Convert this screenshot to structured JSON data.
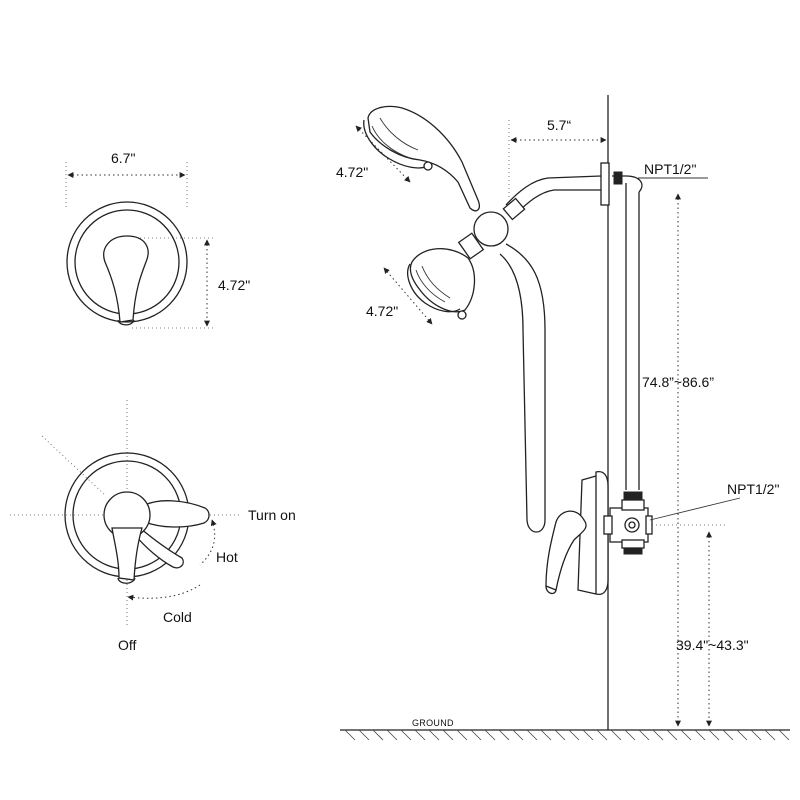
{
  "trim_top": {
    "width_label": "6.7\"",
    "height_label": "4.72\""
  },
  "trim_rotation": {
    "turn_on_label": "Turn on",
    "hot_label": "Hot",
    "cold_label": "Cold",
    "off_label": "Off"
  },
  "shower": {
    "reach_label": "5.7“",
    "handheld_diameter_label": "4.72\"",
    "fixed_head_diameter_label": "4.72\"",
    "top_connection_label": "NPT1/2\"",
    "valve_connection_label": "NPT1/2\"",
    "arm_height_label": "74.8”~86.6”",
    "valve_height_label": "39.4\"~43.3\"",
    "ground_label": "GROUND"
  }
}
